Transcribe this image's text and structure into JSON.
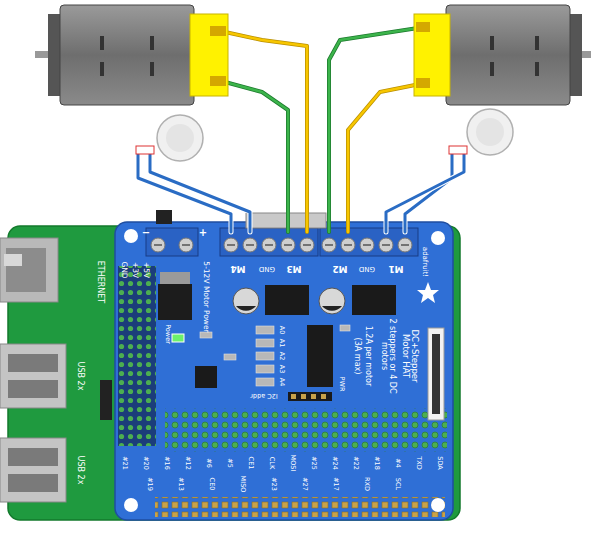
{
  "diagram": {
    "nodes": [
      {
        "text": [
          "ETHERNET",
          "USB 2x",
          "USB 2x"
        ]
      },
      {
        "text": [
          "DC+Stepper Motor HAT",
          "2 steppers or 4 DC motors",
          "1.2A per motor",
          "(3A max)"
        ],
        "in": 0
      }
    ],
    "labels": [
      "−",
      "+",
      "M4",
      "GND",
      "M3",
      "M2",
      "GND",
      "M1",
      "5-12V Motor Power",
      "adafruit!",
      "GND",
      "+3V",
      "+5V",
      "Power",
      "A0",
      "A1",
      "A2",
      "A3",
      "A4",
      "I2C addr",
      "PWR",
      "#21",
      "#20",
      "#16",
      "#12",
      "#6",
      "#5",
      "CE1",
      "CLK",
      "MOSI",
      "#25",
      "#24",
      "#22",
      "#18",
      "#4",
      "TXD",
      "SDA",
      "#19",
      "#13",
      "CE0",
      "MISO",
      "#23",
      "#27",
      "#17",
      "RXD",
      "SCL"
    ]
  }
}
